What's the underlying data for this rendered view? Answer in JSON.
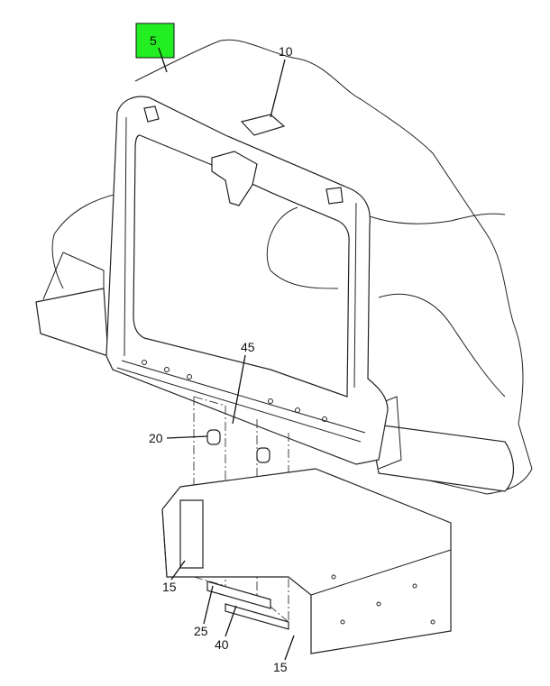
{
  "diagram": {
    "callouts": [
      {
        "id": "5",
        "label": "5",
        "highlighted": true
      },
      {
        "id": "10",
        "label": "10"
      },
      {
        "id": "45",
        "label": "45"
      },
      {
        "id": "20",
        "label": "20"
      },
      {
        "id": "15a",
        "label": "15"
      },
      {
        "id": "25",
        "label": "25"
      },
      {
        "id": "40",
        "label": "40"
      },
      {
        "id": "15b",
        "label": "15"
      }
    ],
    "highlight_color": "#22ee22"
  }
}
